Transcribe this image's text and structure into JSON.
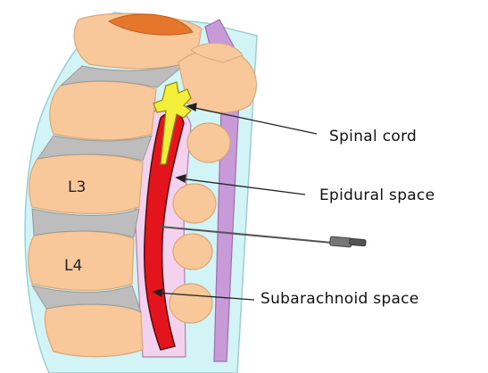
{
  "labels": {
    "spinal_cord": "Spinal cord",
    "epidural_space": "Epidural space",
    "subarachnoid_space": "Subarachnoid space",
    "l3": "L3",
    "l4": "L4"
  },
  "colors": {
    "bone": "#f8c89a",
    "bone_outline": "#d9a878",
    "disc": "#bdbdbd",
    "dura_pink": "#f3d2f0",
    "canal_red": "#e3141b",
    "spinal_cord_yellow": "#f2ee3a",
    "ligament_cyan": "#d2f4f6",
    "ligament_purple": "#c89ad8",
    "cap_orange": "#e4772b",
    "needle": "#666666"
  }
}
